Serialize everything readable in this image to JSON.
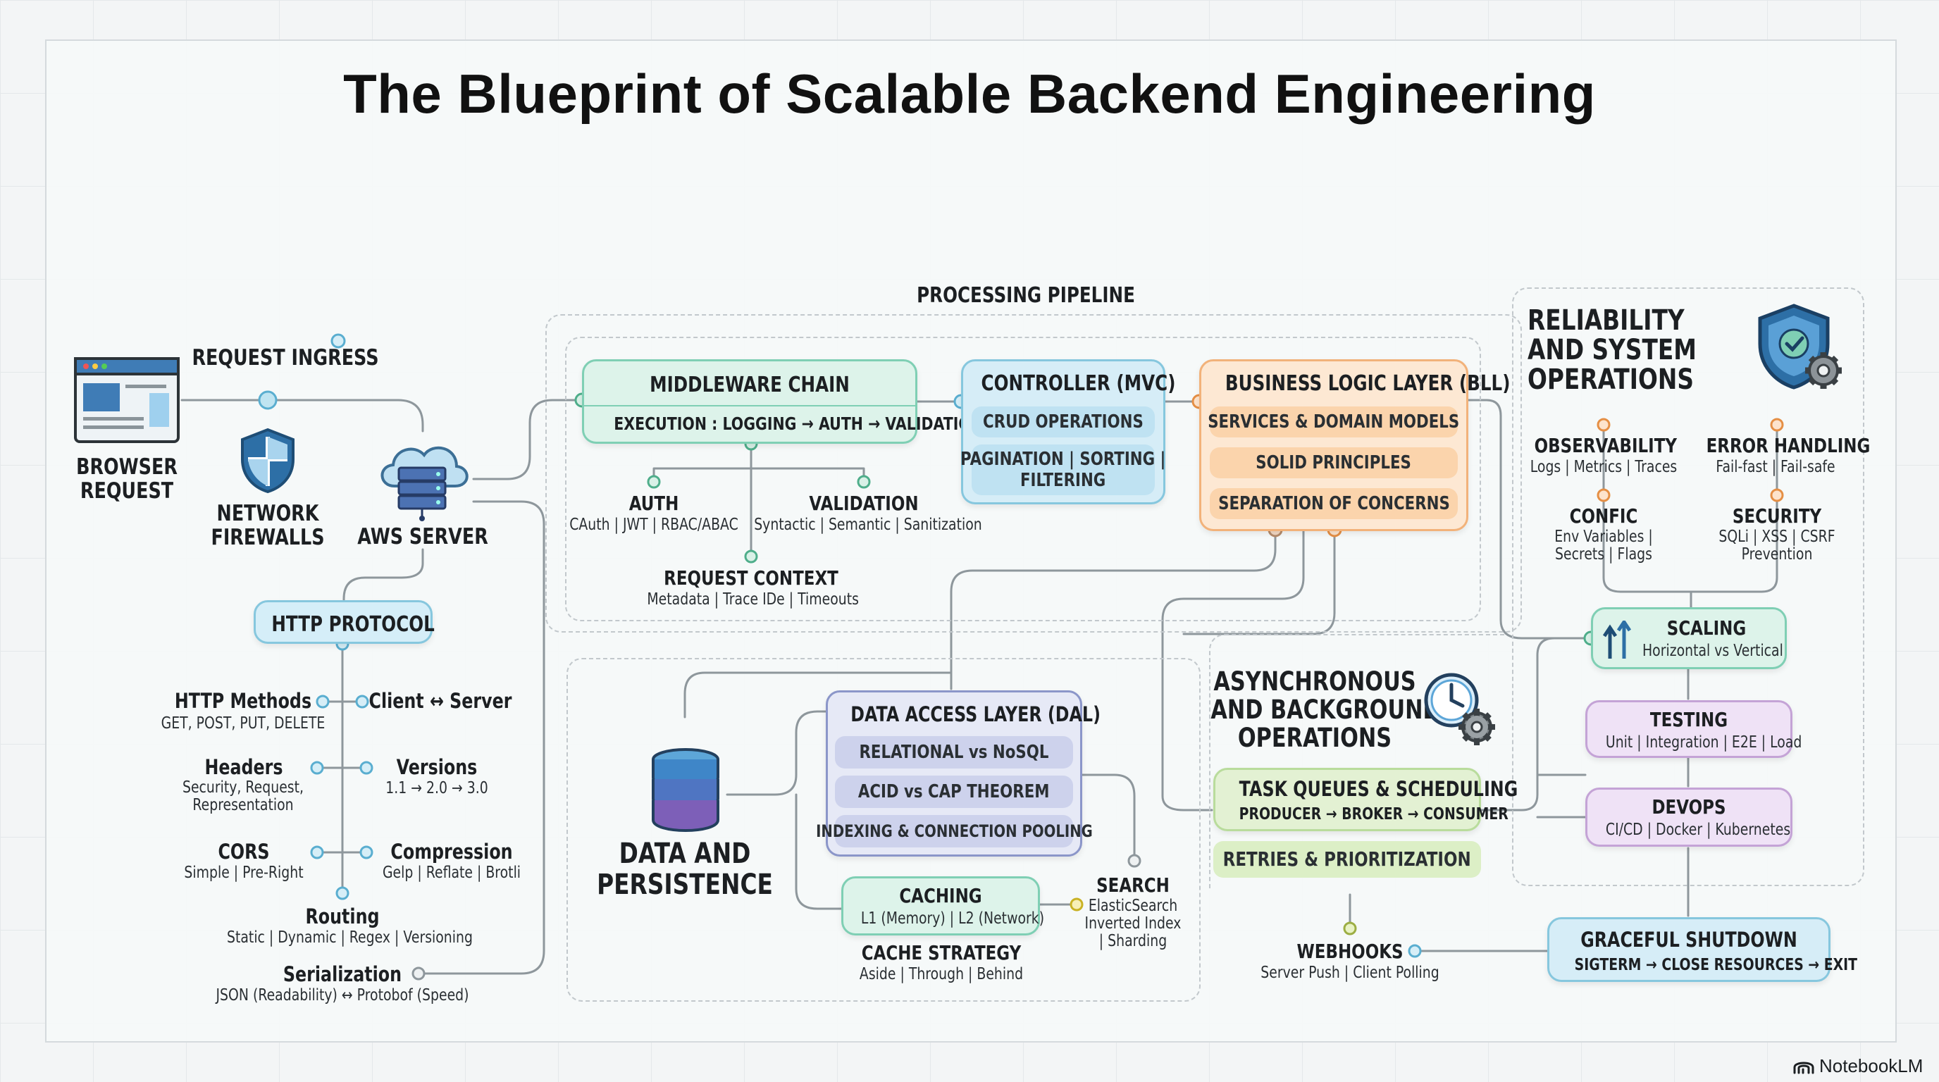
{
  "title": "The Blueprint of Scalable Backend Engineering",
  "ingress": {
    "label": "REQUEST INGRESS",
    "browser": "BROWSER\nREQUEST",
    "firewalls": "NETWORK\nFIREWALLS",
    "aws": "AWS SERVER"
  },
  "http": {
    "title": "HTTP PROTOCOL",
    "methods": {
      "title": "HTTP Methods",
      "detail": "GET, POST, PUT, DELETE"
    },
    "client_server": {
      "title": "Client ↔ Server"
    },
    "headers": {
      "title": "Headers",
      "detail": "Security, Request,\nRepresentation"
    },
    "versions": {
      "title": "Versions",
      "detail": "1.1 → 2.0 → 3.0"
    },
    "cors": {
      "title": "CORS",
      "detail": "Simple | Pre-Right"
    },
    "compression": {
      "title": "Compression",
      "detail": "Gelp | Reflate | Brotli"
    },
    "routing": {
      "title": "Routing",
      "detail": "Static | Dynamic | Regex | Versioning"
    },
    "serialization": {
      "title": "Serialization",
      "detail": "JSON (Readability) ↔ Protobof (Speed)"
    }
  },
  "pipeline": {
    "label": "PROCESSING PIPELINE",
    "middleware": {
      "title": "MIDDLEWARE CHAIN",
      "detail": "EXECUTION : LOGGING → AUTH → VALIDATION"
    },
    "auth": {
      "title": "AUTH",
      "detail": "CAuth | JWT | RBAC/ABAC"
    },
    "validation": {
      "title": "VALIDATION",
      "detail": "Syntactic | Semantic | Sanitization"
    },
    "request_context": {
      "title": "REQUEST CONTEXT",
      "detail": "Metadata | Trace IDe | Timeouts"
    },
    "controller": {
      "title": "CONTROLLER (MVC)",
      "items": [
        "CRUD OPERATIONS",
        "PAGINATION | SORTING |\nFILTERING"
      ]
    },
    "bll": {
      "title": "BUSINESS LOGIC LAYER (BLL)",
      "items": [
        "SERVICES & DOMAIN MODELS",
        "SOLID PRINCIPLES",
        "SEPARATION OF CONCERNS"
      ]
    }
  },
  "data": {
    "label": "DATA AND\nPERSISTENCE",
    "dal": {
      "title": "DATA ACCESS LAYER (DAL)",
      "items": [
        "RELATIONAL vs NoSQL",
        "ACID vs CAP THEOREM",
        "INDEXING & CONNECTION POOLING"
      ]
    },
    "caching": {
      "title": "CACHING",
      "detail": "L1 (Memory) | L2 (Network)"
    },
    "cache_strategy": {
      "title": "CACHE STRATEGY",
      "detail": "Aside | Through | Behind"
    },
    "search": {
      "title": "SEARCH",
      "detail": "ElasticSearch\nInverted Index\n| Sharding"
    }
  },
  "async": {
    "label": "ASYNCHRONOUS\nAND BACKGROUND\nOPERATIONS",
    "task_queues": {
      "title": "TASK QUEUES & SCHEDULING",
      "detail": "PRODUCER → BROKER → CONSUMER"
    },
    "retries": "RETRIES & PRIORITIZATION",
    "webhooks": {
      "title": "WEBHOOKS",
      "detail": "Server Push | Client Polling"
    }
  },
  "reliability": {
    "label": "RELIABILITY\nAND SYSTEM\nOPERATIONS",
    "observability": {
      "title": "OBSERVABILITY",
      "detail": "Logs | Metrics | Traces"
    },
    "error_handling": {
      "title": "ERROR HANDLING",
      "detail": "Fail-fast | Fail-safe"
    },
    "config": {
      "title": "CONFIC",
      "detail": "Env Variables |\nSecrets | Flags"
    },
    "security": {
      "title": "SECURITY",
      "detail": "SQLi | XSS | CSRF\nPrevention"
    },
    "scaling": {
      "title": "SCALING",
      "detail": "Horizontal vs Vertical"
    },
    "testing": {
      "title": "TESTING",
      "detail": "Unit | Integration | E2E | Load"
    },
    "devops": {
      "title": "DEVOPS",
      "detail": "CI/CD | Docker | Kubernetes"
    },
    "shutdown": {
      "title": "GRACEFUL SHUTDOWN",
      "detail": "SIGTERM → CLOSE RESOURCES → EXIT"
    }
  },
  "brand": "NotebookLM",
  "colors": {
    "teal": "#7fcfb4",
    "blue": "#86c7de",
    "orange": "#f2b27a",
    "purple": "#8b96c9",
    "violet": "#c4a3d6",
    "green": "#b9dc9c"
  }
}
